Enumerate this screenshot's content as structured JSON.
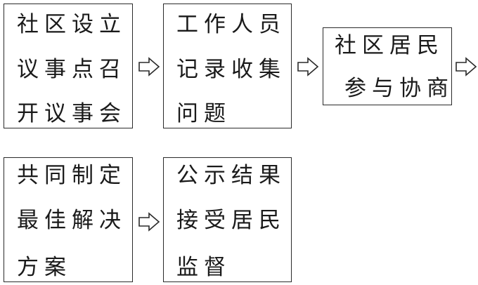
{
  "boxes": [
    {
      "id": "b1",
      "lines": [
        "社区设立",
        "议事点召",
        "开议事会"
      ]
    },
    {
      "id": "b2",
      "lines": [
        "工作人员",
        "记录收集",
        "问题"
      ]
    },
    {
      "id": "b3",
      "lines": [
        "社区居民",
        "参与协商"
      ]
    },
    {
      "id": "b4",
      "lines": [
        "共同制定",
        "最佳解决",
        "方案"
      ]
    },
    {
      "id": "b5",
      "lines": [
        "公示结果",
        "接受居民",
        "监督"
      ]
    }
  ],
  "arrow_icon": "hollow-right-arrow-icon"
}
